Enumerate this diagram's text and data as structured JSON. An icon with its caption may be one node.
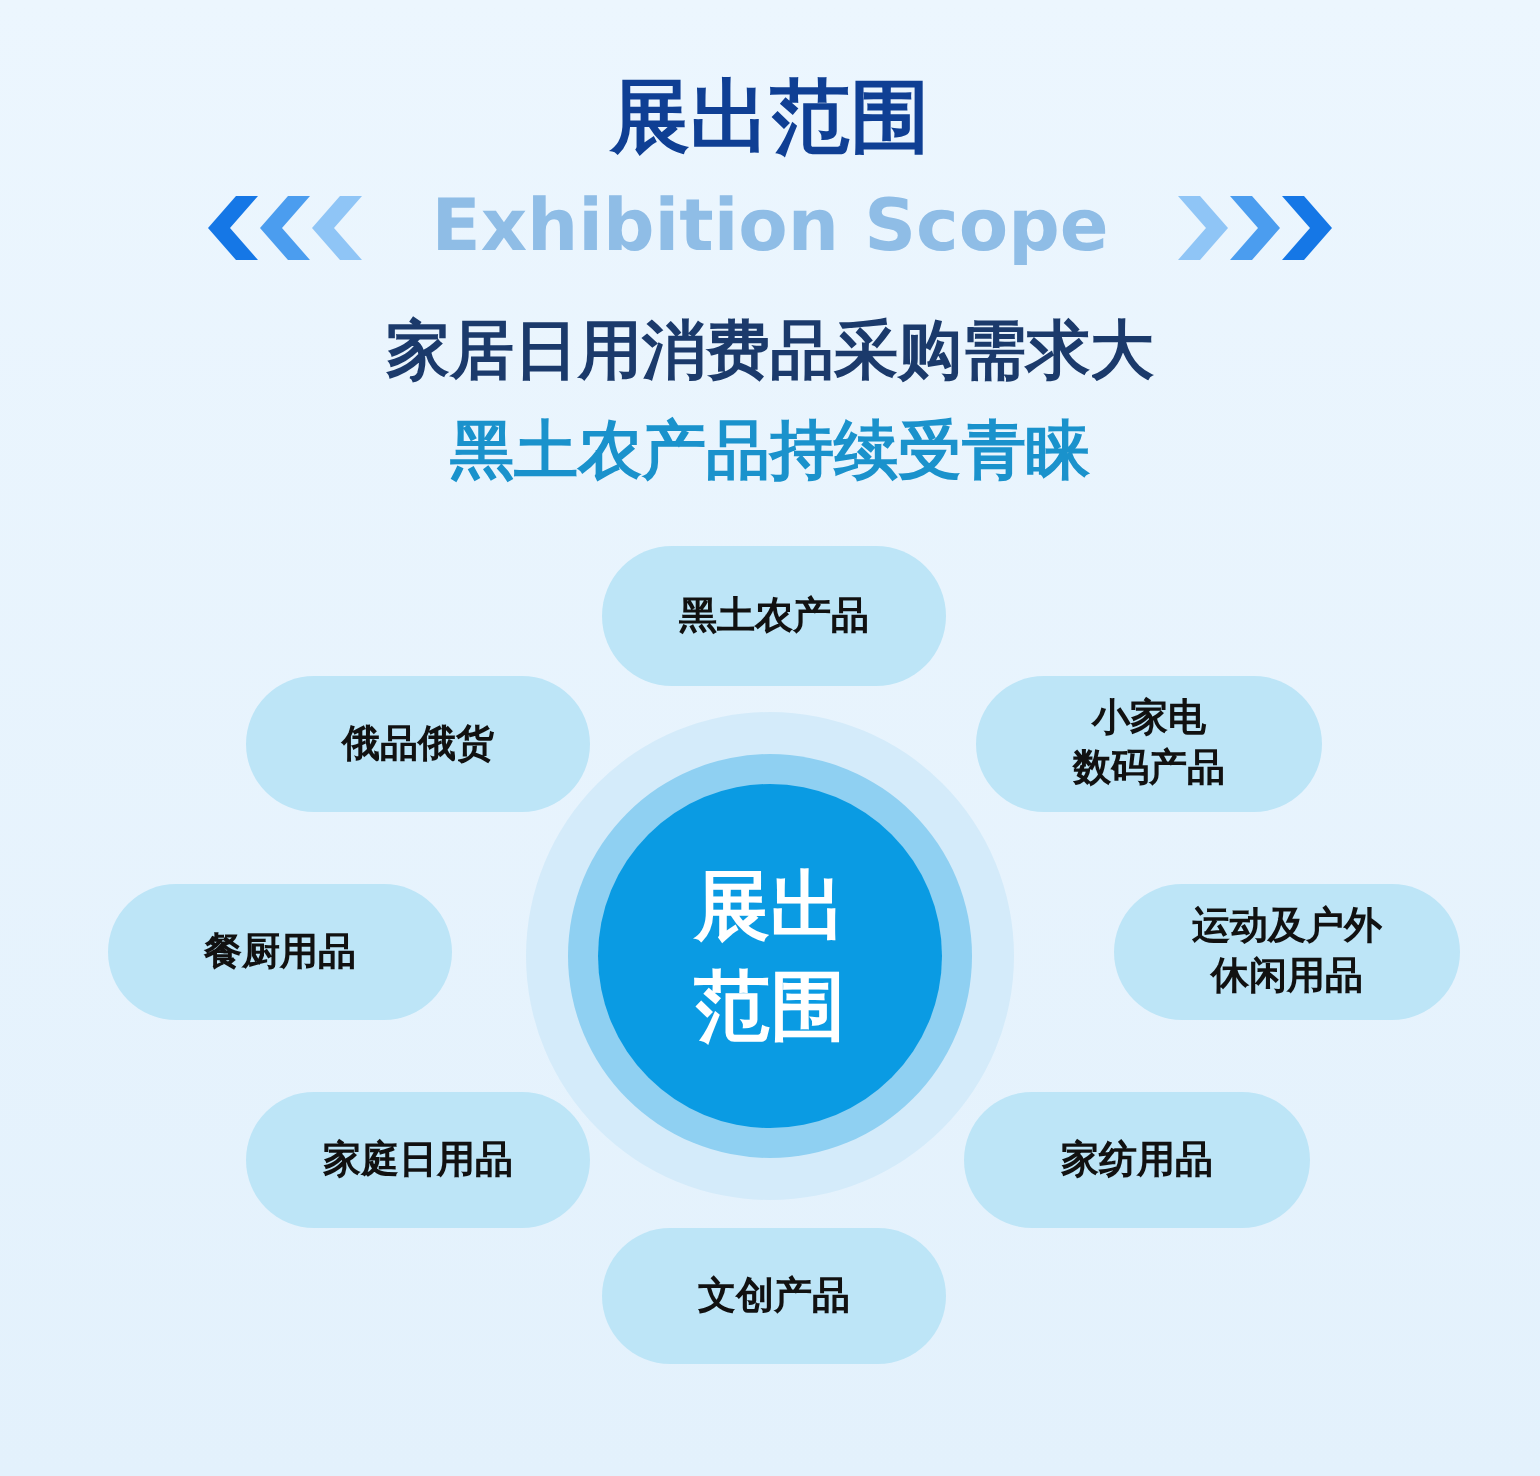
{
  "diagram": {
    "title": "展出范围",
    "nodes": [
      {
        "text": [
          "黑土农产品"
        ]
      },
      {
        "text": [
          "俄品俄货"
        ]
      },
      {
        "text": [
          "小家电数码产品"
        ]
      },
      {
        "text": [
          "餐厨用品"
        ]
      },
      {
        "text": [
          "展出范围"
        ]
      },
      {
        "text": [
          "运动及户外休闲用品"
        ]
      },
      {
        "text": [
          "家庭日用品"
        ]
      },
      {
        "text": [
          "家纺用品"
        ]
      },
      {
        "text": [
          "文创产品"
        ]
      }
    ],
    "labels": [
      "Exhibition Scope",
      "家居日用消费品采购需求大",
      "黑土农产品持续受青睐"
    ]
  }
}
